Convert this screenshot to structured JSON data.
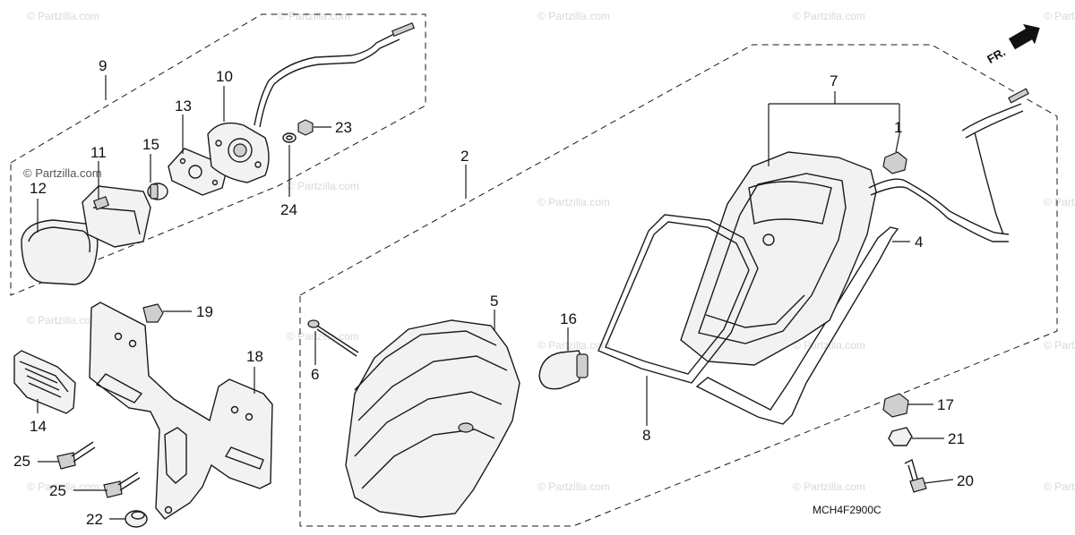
{
  "diagram": {
    "drawing_code": "MCH4F2900C",
    "front_indicator": "FR.",
    "watermark_text": "© Partzilla.com",
    "callouts": {
      "c1": "1",
      "c2": "2",
      "c4": "4",
      "c5": "5",
      "c6": "6",
      "c7": "7",
      "c8": "8",
      "c9": "9",
      "c10": "10",
      "c11": "11",
      "c12": "12",
      "c13": "13",
      "c14": "14",
      "c15": "15",
      "c16": "16",
      "c17": "17",
      "c18": "18",
      "c19": "19",
      "c20": "20",
      "c21": "21",
      "c22": "22",
      "c23": "23",
      "c24": "24",
      "c25a": "25",
      "c25b": "25"
    },
    "colors": {
      "line": "#1a1a1a",
      "watermark": "#d9d9d9",
      "background": "#ffffff"
    }
  }
}
